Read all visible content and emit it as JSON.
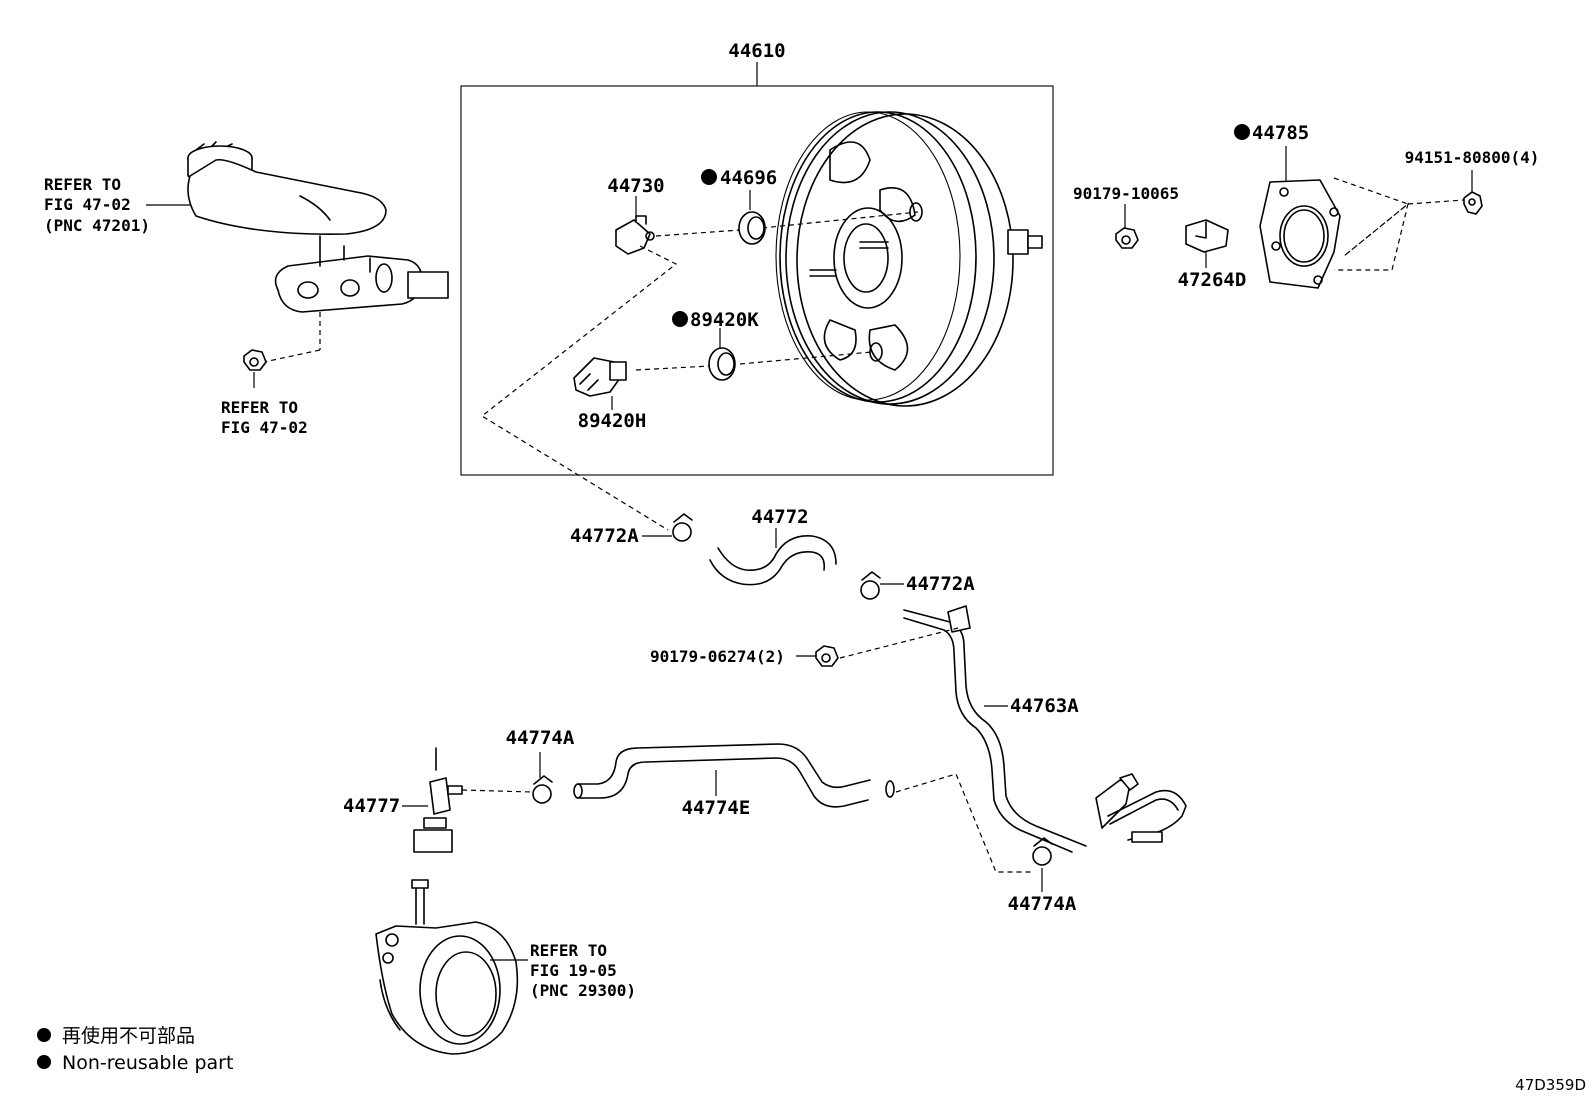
{
  "diagram_code": "47D359D",
  "legend": {
    "jp": "再使用不可部品",
    "en": "Non-reusable part"
  },
  "references": {
    "master_cylinder": {
      "line1": "REFER TO",
      "line2": "FIG 47-02",
      "line3": "(PNC 47201)"
    },
    "master_cylinder_nut": {
      "line1": "REFER TO",
      "line2": "FIG 47-02"
    },
    "vacuum_pump": {
      "line1": "REFER TO",
      "line2": "FIG 19-05",
      "line3": "(PNC 29300)"
    }
  },
  "parts": {
    "p44610": "44610",
    "p44730": "44730",
    "p44696": "44696",
    "p89420K": "89420K",
    "p89420H": "89420H",
    "p90179_10065": "90179-10065",
    "p44785": "44785",
    "p94151_80800": "94151-80800(4)",
    "p47264D": "47264D",
    "p44772A_left": "44772A",
    "p44772": "44772",
    "p44772A_right": "44772A",
    "p90179_06274": "90179-06274(2)",
    "p44763A": "44763A",
    "p44774A_top": "44774A",
    "p44777": "44777",
    "p44774E": "44774E",
    "p44774A_bottom": "44774A"
  }
}
